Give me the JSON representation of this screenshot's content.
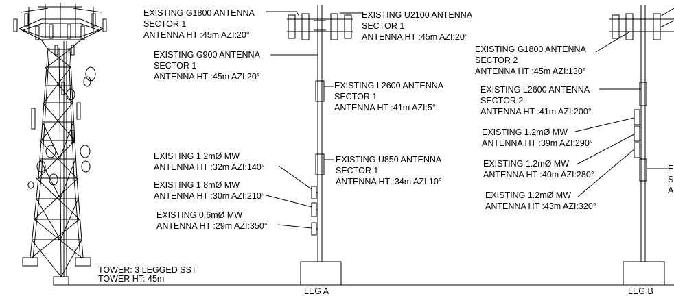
{
  "diagram": {
    "tower": {
      "type_label": "TOWER: 3 LEGGED SST",
      "height_label": "TOWER HT: 45m"
    },
    "legs": {
      "a": "LEG A",
      "b": "LEG B"
    },
    "leg_a_labels": [
      {
        "lines": [
          "EXISTING G1800 ANTENNA",
          "SECTOR 1",
          "ANTENNA HT :45m AZI:20°"
        ]
      },
      {
        "lines": [
          "EXISTING U2100 ANTENNA",
          "SECTOR 1",
          "ANTENNA HT :45m AZI:20°"
        ]
      },
      {
        "lines": [
          "EXISTING G900 ANTENNA",
          "SECTOR 1",
          "ANTENNA HT :45m AZI:20°"
        ]
      },
      {
        "lines": [
          "EXISTING L2600 ANTENNA",
          "SECTOR 1",
          "ANTENNA HT :41m AZI:5°"
        ]
      },
      {
        "lines": [
          "EXISTING 1.2mØ MW",
          "ANTENNA HT :32m AZI:140°"
        ]
      },
      {
        "lines": [
          "EXISTING U850 ANTENNA",
          "SECTOR 1",
          "ANTENNA HT :34m AZI:10°"
        ]
      },
      {
        "lines": [
          "EXISTING 1.8mØ MW",
          "ANTENNA HT :30m AZI:210°"
        ]
      },
      {
        "lines": [
          "EXISTING 0.6mØ MW",
          "ANTENNA HT :29m AZI:350°"
        ]
      }
    ],
    "leg_b_labels": [
      {
        "lines": [
          "EXISTING G1800 ANTENNA",
          "SECTOR 2",
          "ANTENNA HT :45m AZI:130°"
        ]
      },
      {
        "lines": [
          "EXISTING L2600 ANTENNA",
          "SECTOR 2",
          "ANTENNA HT :41m AZI:200°"
        ]
      },
      {
        "lines": [
          "EXISTING 1.2mØ MW",
          "ANTENNA HT :39m AZI:290°"
        ]
      },
      {
        "lines": [
          "EXISTING 1.2mØ MW",
          "ANTENNA HT :40m AZI:280°"
        ]
      },
      {
        "lines": [
          "EXISTING 1.2mØ MW",
          "ANTENNA HT :43m AZI:320°"
        ]
      },
      {
        "lines": [
          "E",
          "S",
          "A"
        ]
      }
    ]
  }
}
